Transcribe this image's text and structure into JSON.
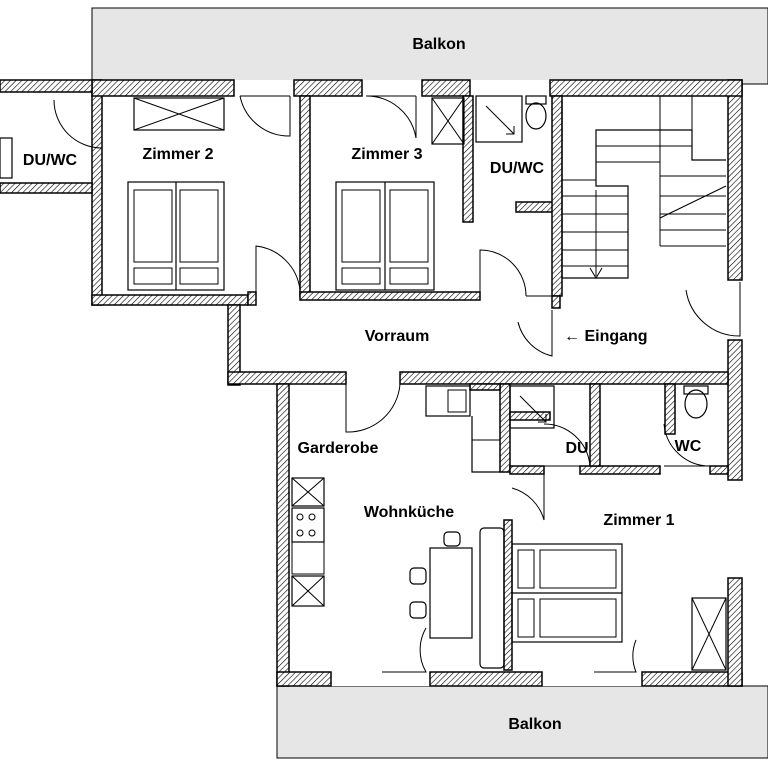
{
  "rooms": {
    "balkon_top": "Balkon",
    "balkon_bottom": "Balkon",
    "du_wc_left": "DU/WC",
    "zimmer2": "Zimmer 2",
    "zimmer3": "Zimmer 3",
    "du_wc_right": "DU/WC",
    "vorraum": "Vorraum",
    "eingang": "← Eingang",
    "garderobe": "Garderobe",
    "du": "DU",
    "wc": "WC",
    "wohnkueche": "Wohnküche",
    "zimmer1": "Zimmer 1"
  },
  "colors": {
    "balcony_fill": "#e6e6e6",
    "wall_hatch": "#000000",
    "background": "#ffffff"
  }
}
